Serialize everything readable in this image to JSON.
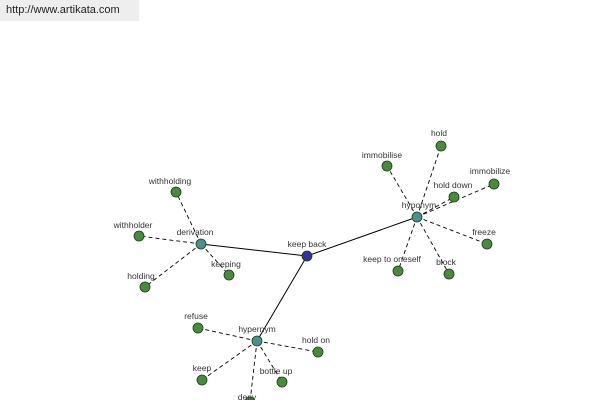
{
  "header": {
    "url": "http://www.artikata.com"
  },
  "graph": {
    "center": {
      "id": "keep-back",
      "label": "keep back",
      "color": "#333399"
    },
    "groups": [
      {
        "id": "derivation",
        "label": "derivation",
        "color": "#4d8f8f",
        "leaves": [
          {
            "id": "withholding",
            "label": "withholding"
          },
          {
            "id": "withholder",
            "label": "withholder"
          },
          {
            "id": "holding",
            "label": "holding"
          },
          {
            "id": "keeping",
            "label": "keeping"
          }
        ]
      },
      {
        "id": "hyponym",
        "label": "hyponym",
        "color": "#4d8f8f",
        "leaves": [
          {
            "id": "hold",
            "label": "hold"
          },
          {
            "id": "immobilise",
            "label": "immobilise"
          },
          {
            "id": "immobilize",
            "label": "immobilize"
          },
          {
            "id": "hold-down",
            "label": "hold down"
          },
          {
            "id": "freeze",
            "label": "freeze"
          },
          {
            "id": "keep-to-oneself",
            "label": "keep to oneself"
          },
          {
            "id": "block",
            "label": "block"
          }
        ]
      },
      {
        "id": "hypernym",
        "label": "hypernym",
        "color": "#4d8f8f",
        "leaves": [
          {
            "id": "refuse",
            "label": "refuse"
          },
          {
            "id": "hold-on",
            "label": "hold on"
          },
          {
            "id": "keep",
            "label": "keep"
          },
          {
            "id": "bottle-up",
            "label": "bottle up"
          },
          {
            "id": "deny",
            "label": "deny"
          }
        ]
      }
    ],
    "leaf_color": "#4a8a3c"
  }
}
